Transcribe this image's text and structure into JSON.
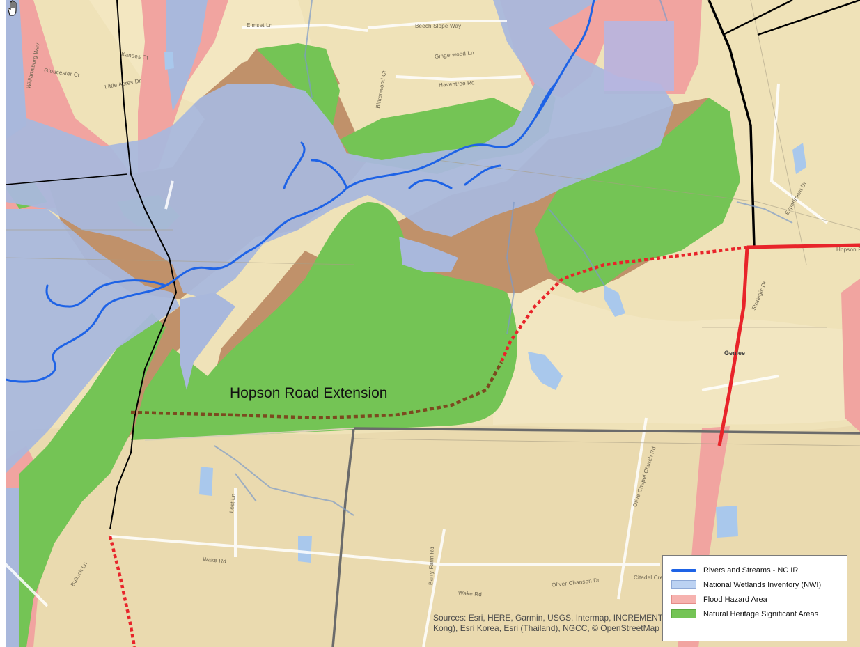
{
  "map": {
    "colors": {
      "base": "#efe2b8",
      "wetland": "#a9b8dc",
      "flood": "#f1a4a0",
      "heritage": "#74c455",
      "overlap": "#c0916a",
      "stream": "#1e63e6",
      "road_major": "#e8242a",
      "extension": "#7b4a1f"
    },
    "street_labels": [
      "Elmset Ln",
      "Beech Slope Way",
      "Kandes Ct",
      "Gingerwood Ln",
      "Gloucester Ct",
      "Little Acres Dr",
      "Haventree Rd",
      "Birkenwood Ct",
      "Williamsburg Way",
      "Experiment Dr",
      "Strategic Dr",
      "Hopson Rd",
      "Olive Chapel Church Rd",
      "Lost Ln",
      "Wake Rd",
      "Barry Farm Rd",
      "Citadel Creek",
      "Oliver Chanson Dr",
      "Bullock Ln",
      "Wake Rd"
    ],
    "place_label": "Genlee",
    "callout_label": "Hopson Road Extension",
    "attribution": "Sources: Esri, HERE, Garmin, USGS, Intermap, INCREMENT P, NRCan, Esri Japan, METI, Esri China (Hong Kong), Esri Korea, Esri (Thailand), NGCC, © OpenStreetMap contributors, and the GIS User Community"
  },
  "legend": {
    "items": [
      {
        "label": "Rivers and Streams - NC IR",
        "color": "#1e63e6",
        "kind": "line"
      },
      {
        "label": "National Wetlands Inventory (NWI)",
        "color": "#a9b8dc",
        "kind": "fill"
      },
      {
        "label": "Flood Hazard Area",
        "color": "#f1a4a0",
        "kind": "fill"
      },
      {
        "label": "Natural Heritage Significant Areas",
        "color": "#74c455",
        "kind": "fill"
      }
    ]
  }
}
